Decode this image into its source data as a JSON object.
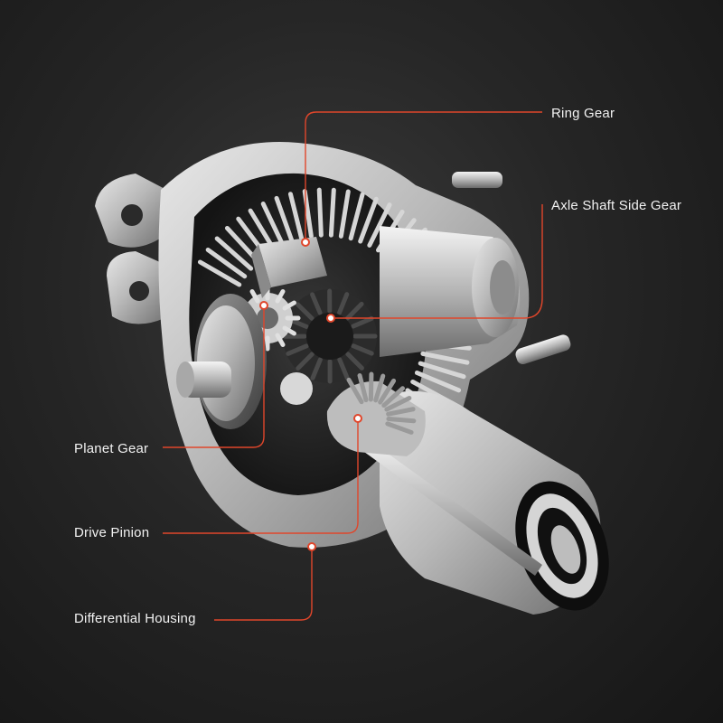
{
  "accent_color": "#e0462b",
  "callouts": {
    "ring_gear": "Ring Gear",
    "axle_shaft_side_gear": "Axle Shaft Side Gear",
    "planet_gear": "Planet Gear",
    "drive_pinion": "Drive Pinion",
    "differential_housing": "Differential Housing"
  }
}
